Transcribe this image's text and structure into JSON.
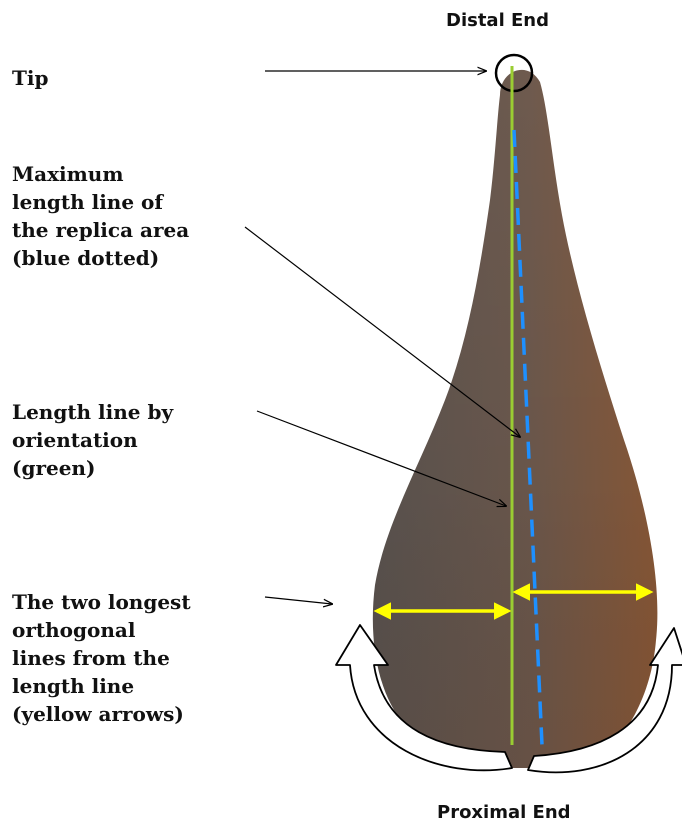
{
  "labels": {
    "distal_end": "Distal End",
    "proximal_end": "Proximal End",
    "tip": "Tip",
    "max_length": "Maximum\nlength line of\nthe replica area\n(blue dotted)",
    "length_orientation": "Length line by\norientation\n(green)",
    "orthogonal": "The two longest\northogonal\nlines from the\nlength line\n(yellow arrows)"
  },
  "colors": {
    "green_line": "#9acd32",
    "blue_dotted_line": "#1e90ff",
    "yellow_arrows": "#ffff00",
    "tool_dark": "#5a504b",
    "tool_warm": "#8a5a3c",
    "pointer_lines": "#000000"
  }
}
